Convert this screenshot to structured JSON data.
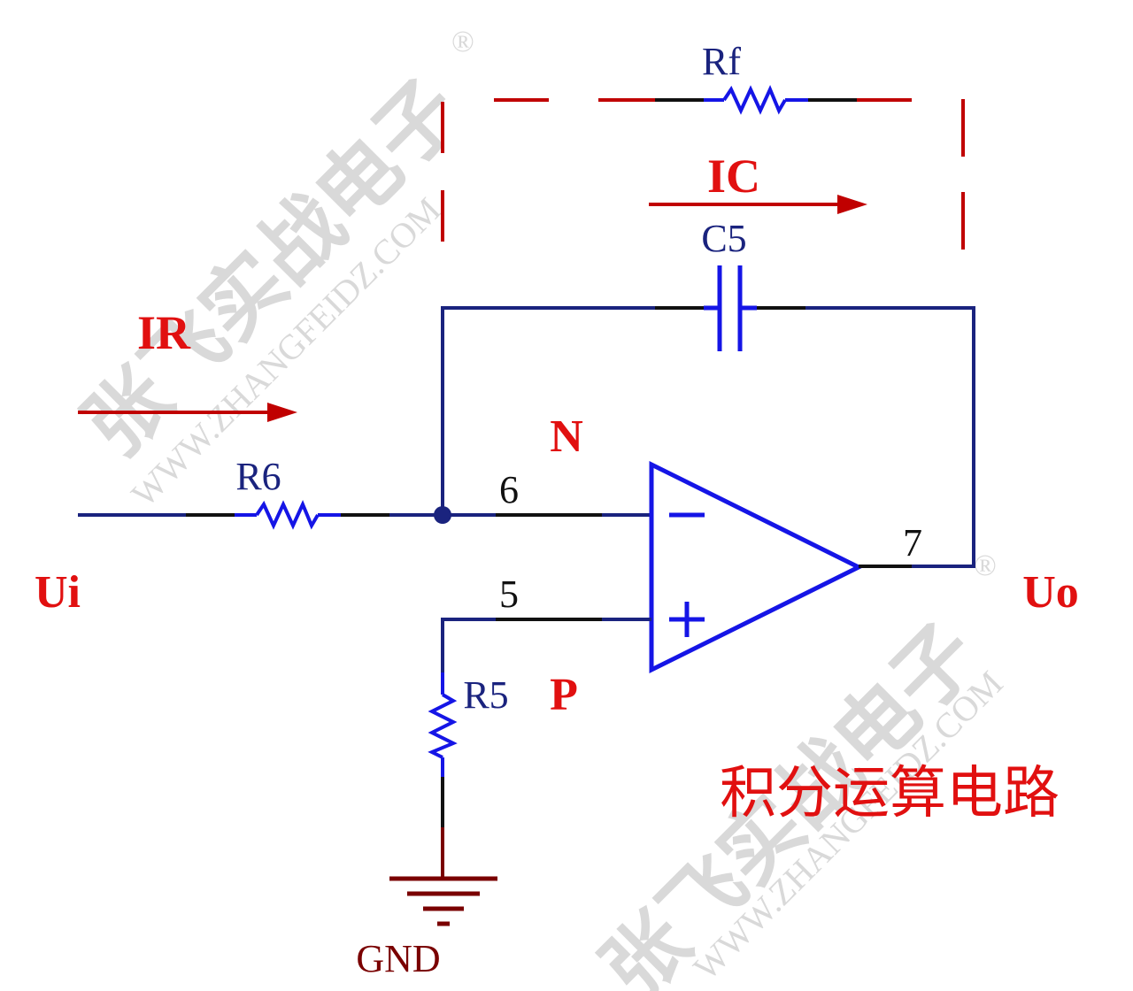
{
  "colors": {
    "wire": "#1a237e",
    "wire_black": "#111111",
    "component": "#1515e6",
    "dashed": "#c00000",
    "label_red": "#e11010",
    "label_dark": "#1a237e",
    "ground": "#7a0000",
    "arrow": "#c00000",
    "title": "#e11010",
    "watermark": "#d9d9d9"
  },
  "labels": {
    "rf": "Rf",
    "ic": "IC",
    "c5": "C5",
    "ir": "IR",
    "r6": "R6",
    "n": "N",
    "pin6": "6",
    "pin7": "7",
    "pin5": "5",
    "ui": "Ui",
    "uo": "Uo",
    "r5": "R5",
    "p": "P",
    "gnd": "GND",
    "title": "积分运算电路"
  },
  "watermark": {
    "cn": "张飞实战电子",
    "url": "WWW.ZHANGFEIDZ.COM",
    "reg": "®"
  }
}
